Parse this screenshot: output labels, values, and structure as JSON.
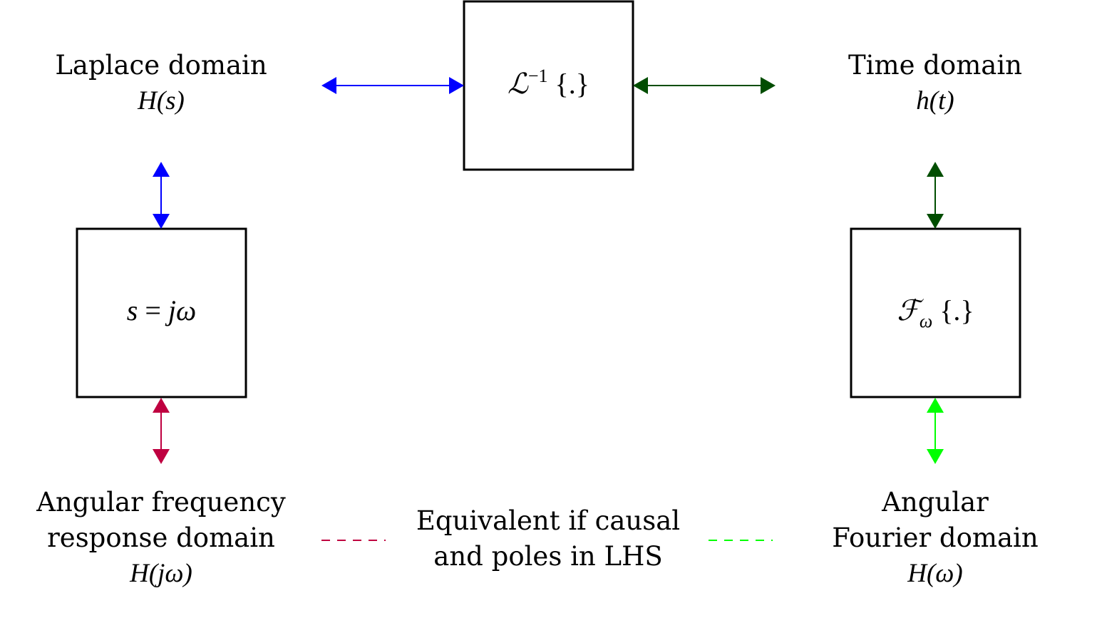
{
  "colors": {
    "laplace_arrow": "#0000ff",
    "time_arrow": "#004d00",
    "frequency_arrow": "#bf0040",
    "fourier_arrow": "#00ff00",
    "box_stroke": "#000000"
  },
  "nodes": {
    "laplace": {
      "title": "Laplace domain",
      "symbol": "H(s)"
    },
    "time": {
      "title": "Time domain",
      "symbol": "h(t)"
    },
    "frequency": {
      "line1": "Angular frequency",
      "line2": "response domain",
      "symbol": "H(jω)"
    },
    "fourier": {
      "line1": "Angular",
      "line2": "Fourier domain",
      "symbol": "H(ω)"
    },
    "equivalence": {
      "line1": "Equivalent if causal",
      "line2": "and poles in LHS"
    }
  },
  "boxes": {
    "inverse_laplace": {
      "letter": "ℒ",
      "superscript": "−1",
      "operand": "{.}"
    },
    "substitution": {
      "lhs": "s",
      "op": "=",
      "rhs": "jω"
    },
    "fourier_transform": {
      "letter": "ℱ",
      "subscript": "ω",
      "operand": "{.}"
    }
  }
}
